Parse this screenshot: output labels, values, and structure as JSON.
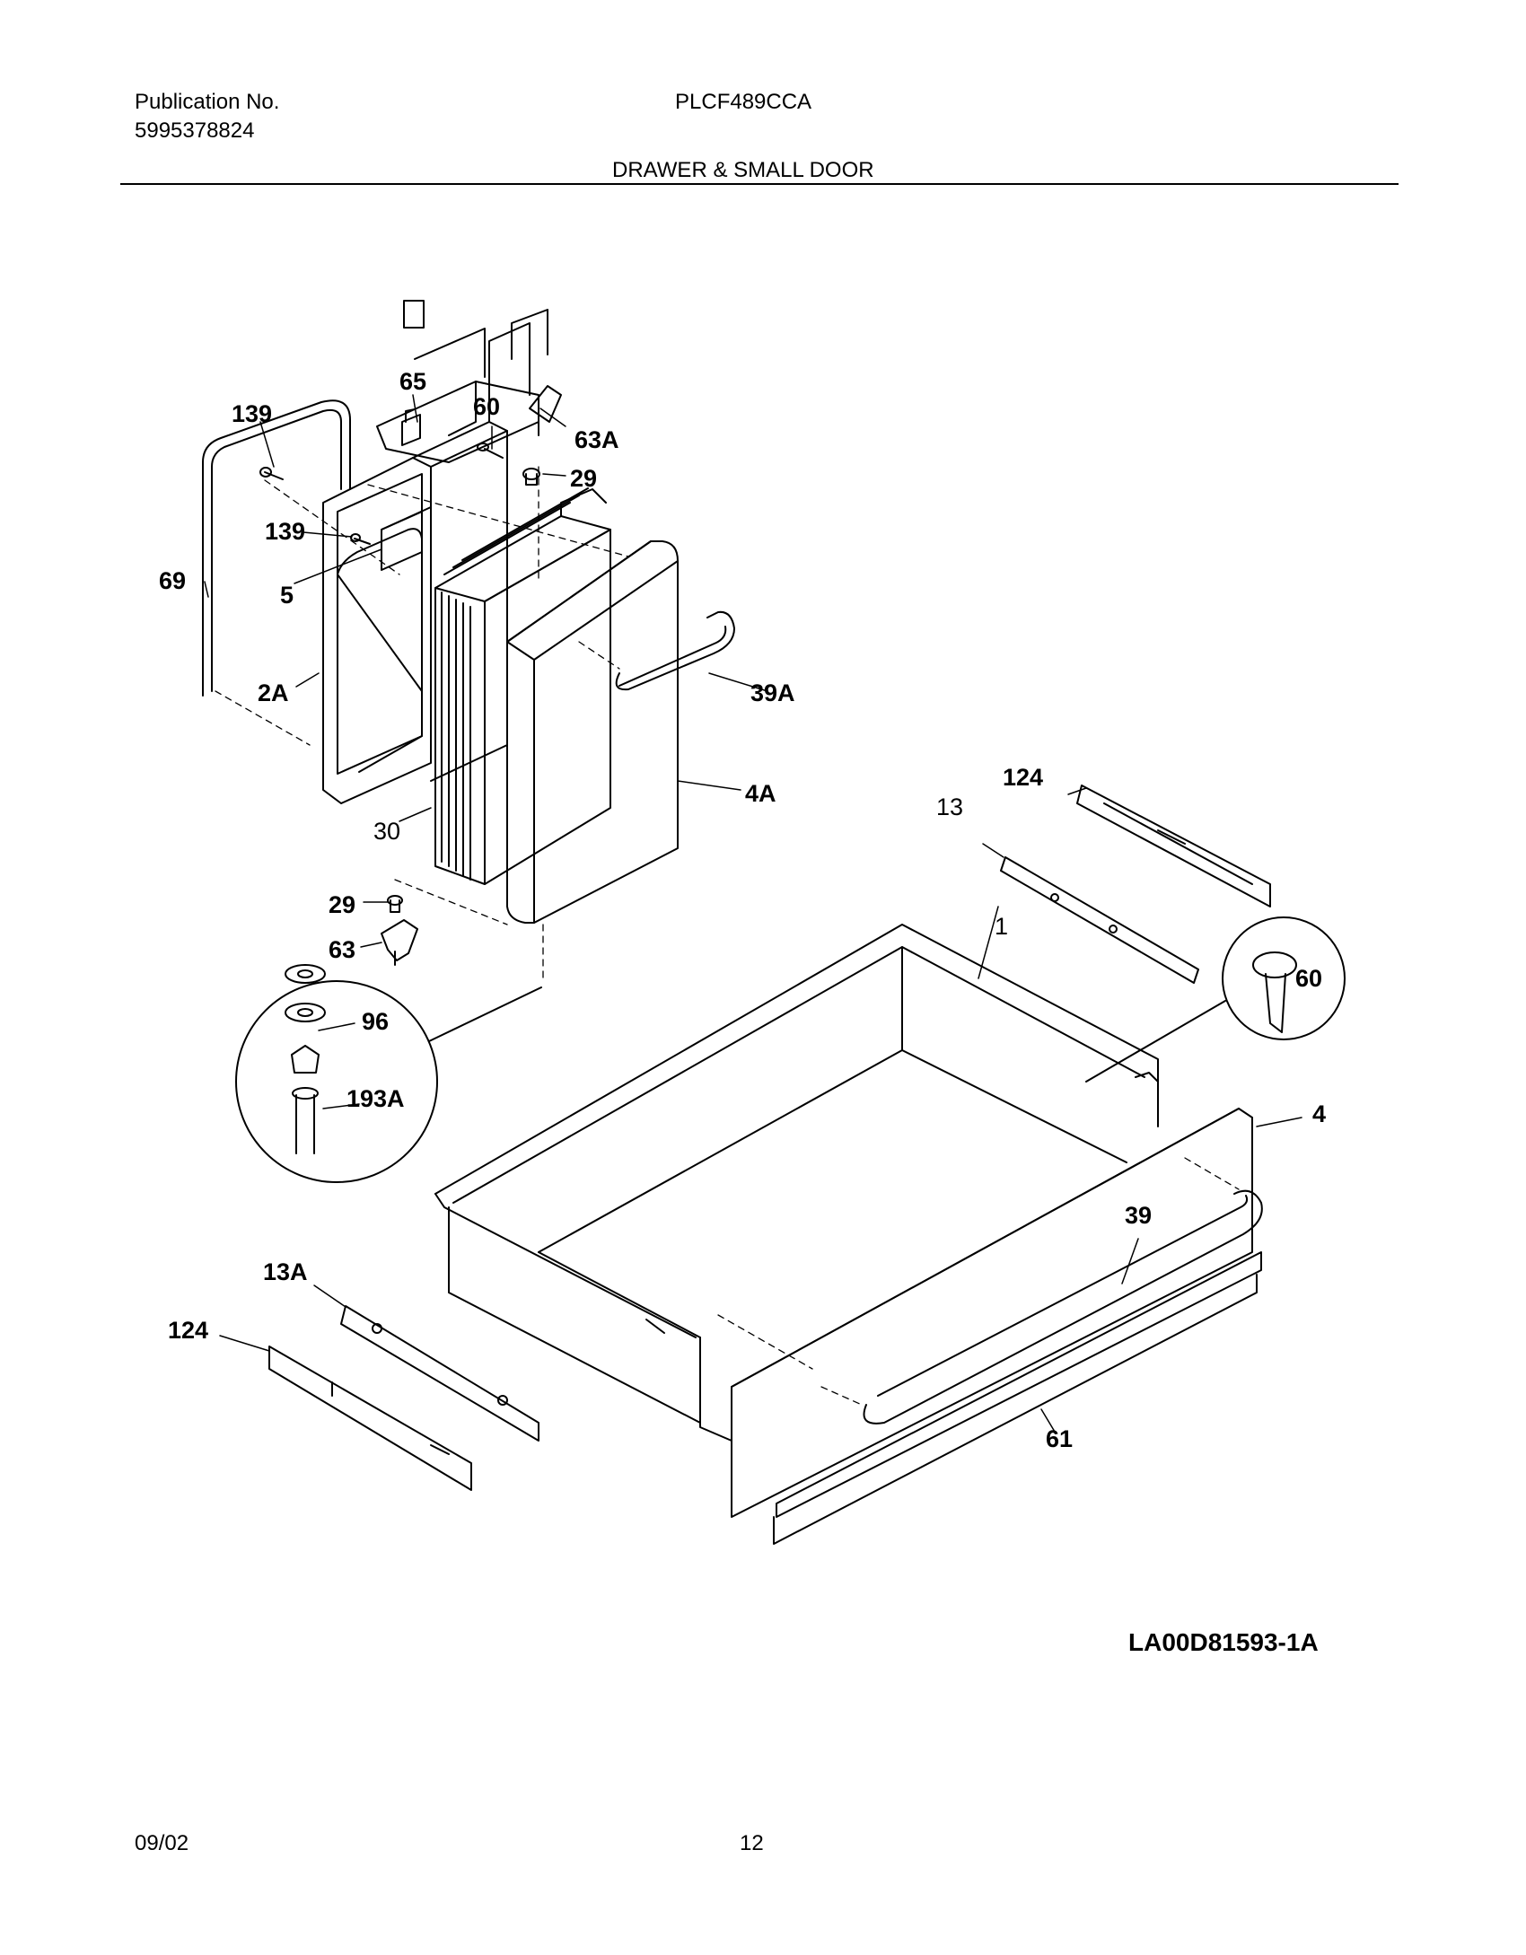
{
  "header": {
    "publication_label": "Publication No.",
    "publication_number": "5995378824",
    "model": "PLCF489CCA",
    "section_title": "DRAWER & SMALL DOOR"
  },
  "callouts": {
    "c139a": "139",
    "c65": "65",
    "c60a": "60",
    "c63A": "63A",
    "c29a": "29",
    "c139b": "139",
    "c69": "69",
    "c5": "5",
    "c2A": "2A",
    "c39A": "39A",
    "c4A": "4A",
    "c30": "30",
    "c29b": "29",
    "c63": "63",
    "c96": "96",
    "c193A": "193A",
    "c124a": "124",
    "c13": "13",
    "c1": "1",
    "c60b": "60",
    "c4": "4",
    "c39": "39",
    "c13A": "13A",
    "c124b": "124",
    "c61": "61"
  },
  "drawing_reference": "LA00D81593-1A",
  "footer": {
    "date": "09/02",
    "page_number": "12"
  }
}
